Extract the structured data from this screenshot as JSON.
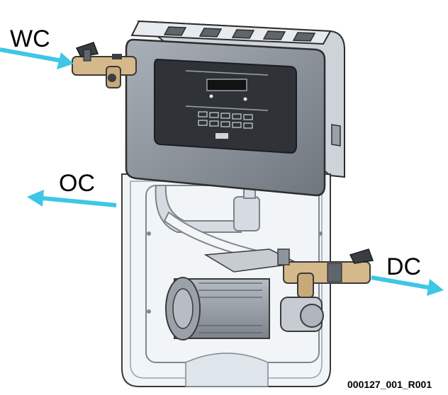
{
  "labels": {
    "wc": "WC",
    "oc": "OC",
    "dc": "DC"
  },
  "figure_reference": "000127_001_R001",
  "colors": {
    "flow_arrow": "#3ec6e6",
    "housing": "#d9dde2",
    "cover": "#8d949c",
    "display_panel": "#2f3338",
    "valve_brass": "#d6b98a",
    "valve_handle": "#3a3d42"
  }
}
